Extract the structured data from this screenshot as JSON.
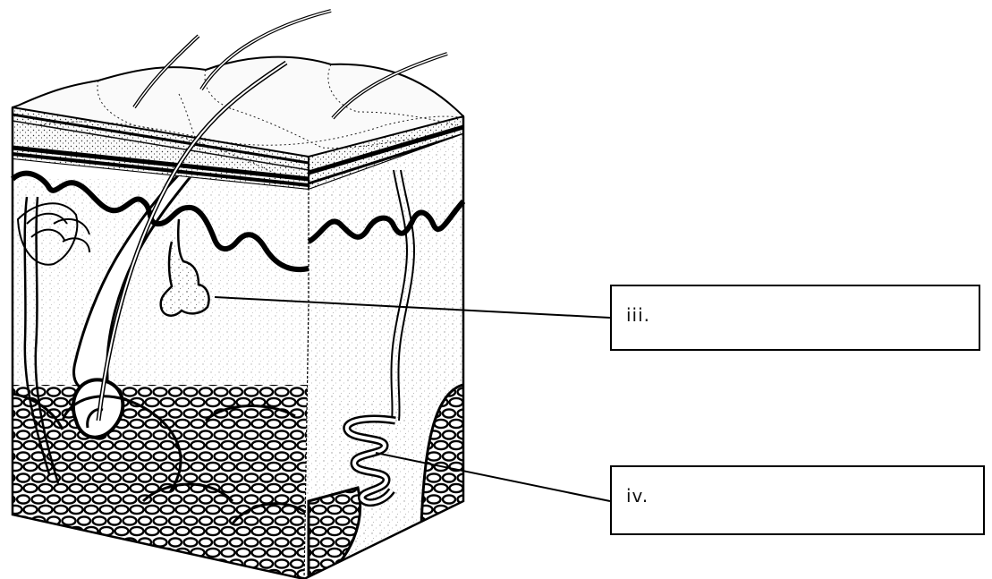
{
  "labels": [
    {
      "id": "iii",
      "text": "iii."
    },
    {
      "id": "iv",
      "text": "iv."
    }
  ]
}
